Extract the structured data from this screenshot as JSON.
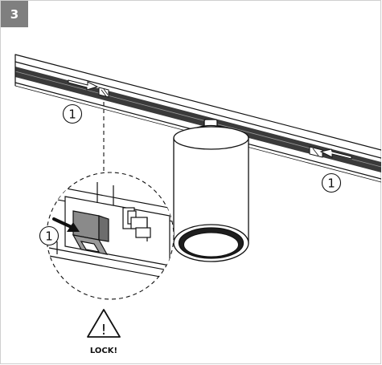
{
  "step": {
    "number": "3"
  },
  "callouts": [
    {
      "label": "1"
    },
    {
      "label": "1"
    },
    {
      "label": "1"
    }
  ],
  "warning": {
    "symbol": "!",
    "text": "LOCK!",
    "icon": "warning-triangle-icon"
  },
  "colors": {
    "badge": "#7f7f7f",
    "ink": "#111111",
    "track_fill": "#3a3a3a"
  }
}
